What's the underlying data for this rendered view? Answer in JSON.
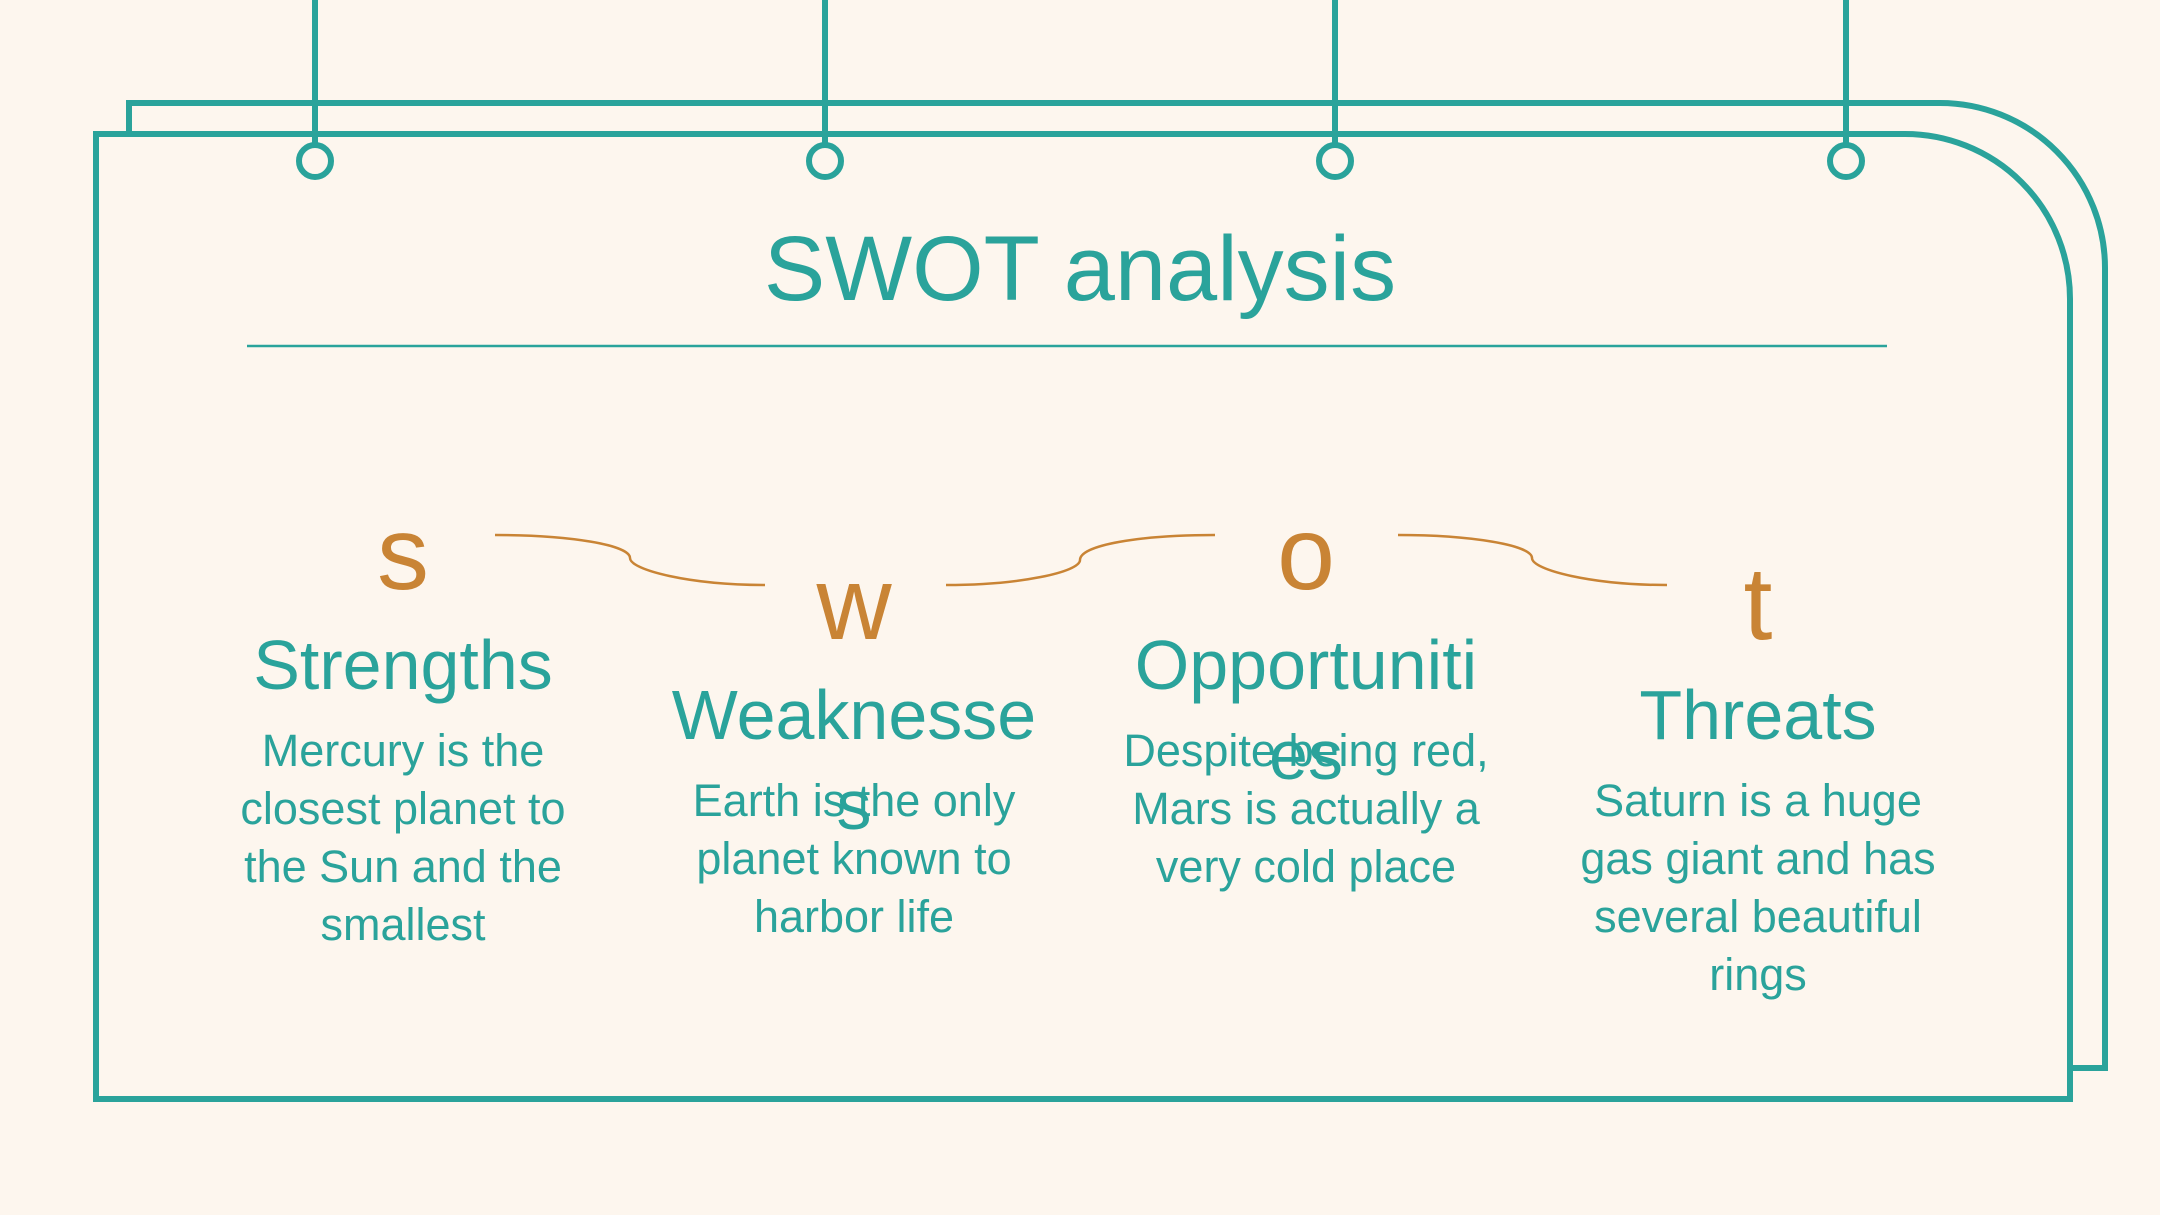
{
  "title": "SWOT analysis",
  "colors": {
    "background": "#fdf6ee",
    "teal": "#2aa39b",
    "orange": "#c98435"
  },
  "items": [
    {
      "letter": "s",
      "heading": "Strengths",
      "description": "Mercury is the closest planet to the Sun and the smallest"
    },
    {
      "letter": "w",
      "heading": "Weaknesses",
      "description": "Earth is the only planet known to harbor life"
    },
    {
      "letter": "o",
      "heading": "Opportunities",
      "description": "Despite being red, Mars is actually a very cold place"
    },
    {
      "letter": "t",
      "heading": "Threats",
      "description": "Saturn is a huge gas giant and has several beautiful rings"
    }
  ]
}
